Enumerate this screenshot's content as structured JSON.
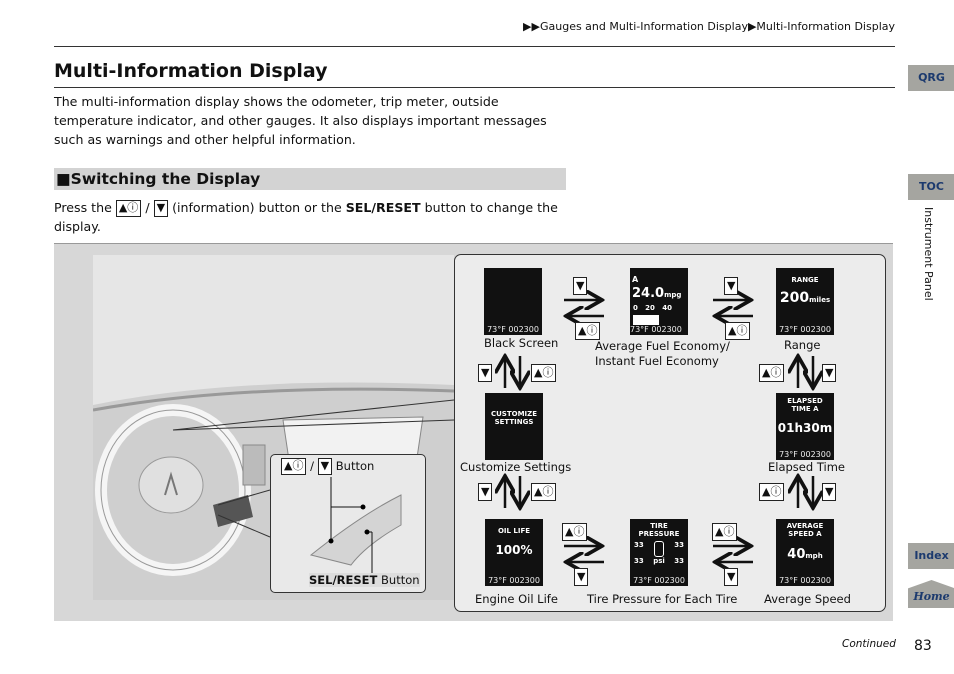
{
  "breadcrumb": {
    "arrows": "▶▶",
    "part1": "Gauges and Multi-Information Display",
    "sep": "▶",
    "part2": "Multi-Information Display"
  },
  "title": "Multi-Information Display",
  "intro": "The multi-information display shows the odometer, trip meter, outside temperature indicator, and other gauges. It also displays important messages such as warnings and other helpful information.",
  "section": {
    "marker": "■",
    "title": "Switching the Display"
  },
  "press": {
    "pre": "Press the",
    "up_btn": "▲ⓘ",
    "slash": "/",
    "down_btn": "▼",
    "mid": "(information) button or the",
    "sel": "SEL/RESET",
    "post": "button to change the display."
  },
  "buttons": {
    "up": "▲ⓘ",
    "down": "▼"
  },
  "callout": {
    "info_button": "Button",
    "sel_bold": "SEL/RESET",
    "sel_rest": "Button"
  },
  "screens": {
    "odometer": "73°F 002300",
    "black": {
      "label": "Black Screen"
    },
    "fuel": {
      "label1": "Average Fuel Economy/",
      "label2": "Instant Fuel Economy",
      "mode": "A",
      "value": "24.0",
      "unit": "mpg",
      "scale": "0   20   40"
    },
    "range": {
      "label": "Range",
      "title": "RANGE",
      "value": "200",
      "unit": "miles"
    },
    "customize": {
      "label": "Customize Settings",
      "title1": "CUSTOMIZE",
      "title2": "SETTINGS"
    },
    "elapsed": {
      "label": "Elapsed Time",
      "title1": "ELAPSED",
      "title2": "TIME A",
      "value": "01h30m"
    },
    "oil": {
      "label": "Engine Oil Life",
      "title": "OIL LIFE",
      "value": "100%"
    },
    "tire": {
      "label": "Tire Pressure for Each Tire",
      "title1": "TIRE",
      "title2": "PRESSURE",
      "fl": "33",
      "fr": "33",
      "rl": "33",
      "rr": "33",
      "unit": "psi"
    },
    "speed": {
      "label": "Average Speed",
      "title1": "AVERAGE",
      "title2": "SPEED A",
      "value": "40",
      "unit": "mph"
    }
  },
  "side_tabs": {
    "qrg": "QRG",
    "toc": "TOC",
    "chapter": "Instrument Panel",
    "index": "Index",
    "home": "Home"
  },
  "footer": {
    "continued": "Continued",
    "page": "83"
  },
  "colors": {
    "tab_bg": "#a5a5a0",
    "tab_text": "#1c3a6e",
    "section_bg": "#d3d3d3"
  }
}
